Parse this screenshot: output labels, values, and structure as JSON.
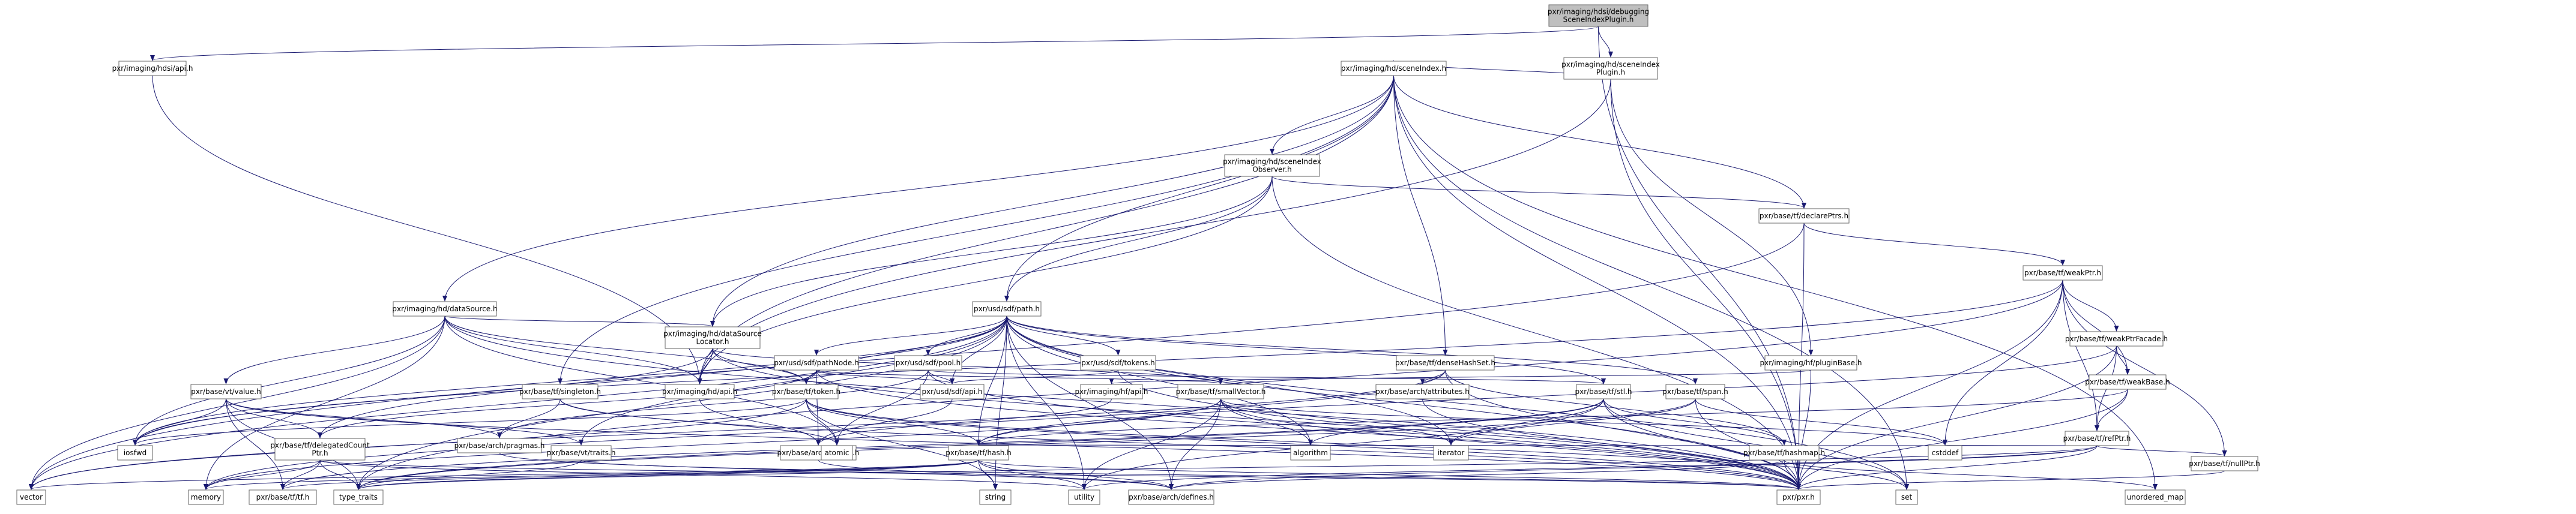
{
  "colors": {
    "root_fill": "#bfbfbf",
    "node_fill": "#ffffff",
    "link_text": "#000000",
    "red_text": "#ff0000",
    "edge": "#191970"
  },
  "nodes": [
    {
      "id": "root",
      "lines": [
        "pxr/imaging/hdsi/debugging",
        "SceneIndexPlugin.h"
      ]
    },
    {
      "id": "hdsiApi",
      "lines": [
        "pxr/imaging/hdsi/api.h"
      ]
    },
    {
      "id": "hdSceneIndexPlugin",
      "lines": [
        "pxr/imaging/hd/sceneIndex",
        "Plugin.h"
      ]
    },
    {
      "id": "hdSceneIndex",
      "lines": [
        "pxr/imaging/hd/sceneIndex.h"
      ]
    },
    {
      "id": "hdSceneIndexObserver",
      "lines": [
        "pxr/imaging/hd/sceneIndex",
        "Observer.h"
      ]
    },
    {
      "id": "tfDeclarePtrs",
      "lines": [
        "pxr/base/tf/declarePtrs.h"
      ]
    },
    {
      "id": "tfWeakPtr",
      "lines": [
        "pxr/base/tf/weakPtr.h"
      ]
    },
    {
      "id": "hdDataSource",
      "lines": [
        "pxr/imaging/hd/dataSource.h"
      ]
    },
    {
      "id": "sdfPath",
      "lines": [
        "pxr/usd/sdf/path.h"
      ]
    },
    {
      "id": "tfWeakPtrFacade",
      "lines": [
        "pxr/base/tf/weakPtrFacade.h"
      ],
      "red": true
    },
    {
      "id": "hdDataSourceLocator",
      "lines": [
        "pxr/imaging/hd/dataSource",
        "Locator.h"
      ]
    },
    {
      "id": "sdfPathNode",
      "lines": [
        "pxr/usd/sdf/pathNode.h"
      ],
      "red": true
    },
    {
      "id": "sdfPool",
      "lines": [
        "pxr/usd/sdf/pool.h"
      ],
      "red": true
    },
    {
      "id": "sdfTokens",
      "lines": [
        "pxr/usd/sdf/tokens.h"
      ],
      "red": true
    },
    {
      "id": "tfDenseHashSet",
      "lines": [
        "pxr/base/tf/denseHashSet.h"
      ]
    },
    {
      "id": "hfPluginBase",
      "lines": [
        "pxr/imaging/hf/pluginBase.h"
      ]
    },
    {
      "id": "tfWeakBase",
      "lines": [
        "pxr/base/tf/weakBase.h"
      ],
      "red": true
    },
    {
      "id": "vtValue",
      "lines": [
        "pxr/base/vt/value.h"
      ],
      "red": true
    },
    {
      "id": "tfSingleton",
      "lines": [
        "pxr/base/tf/singleton.h"
      ]
    },
    {
      "id": "hdApi",
      "lines": [
        "pxr/imaging/hd/api.h"
      ]
    },
    {
      "id": "tfToken",
      "lines": [
        "pxr/base/tf/token.h"
      ],
      "red": true
    },
    {
      "id": "sdfApi",
      "lines": [
        "pxr/usd/sdf/api.h"
      ]
    },
    {
      "id": "tfSmallVector",
      "lines": [
        "pxr/base/tf/smallVector.h"
      ],
      "red": true
    },
    {
      "id": "archAttributes",
      "lines": [
        "pxr/base/arch/attributes.h"
      ]
    },
    {
      "id": "hfApi",
      "lines": [
        "pxr/imaging/hf/api.h"
      ]
    },
    {
      "id": "tfStl",
      "lines": [
        "pxr/base/tf/stl.h"
      ],
      "red": true
    },
    {
      "id": "tfSpan",
      "lines": [
        "pxr/base/tf/span.h"
      ],
      "red": true
    },
    {
      "id": "tfRefPtr",
      "lines": [
        "pxr/base/tf/refPtr.h"
      ],
      "red": true
    },
    {
      "id": "tfDelegatedCountPtr",
      "lines": [
        "pxr/base/tf/delegatedCount",
        "Ptr.h"
      ],
      "red": true
    },
    {
      "id": "archPragmas",
      "lines": [
        "pxr/base/arch/pragmas.h"
      ]
    },
    {
      "id": "vtTraits",
      "lines": [
        "pxr/base/vt/traits.h"
      ],
      "red": true
    },
    {
      "id": "archExport",
      "lines": [
        "pxr/base/arch/export.h"
      ]
    },
    {
      "id": "tfHash",
      "lines": [
        "pxr/base/tf/hash.h"
      ],
      "red": true
    },
    {
      "id": "tfHashmap",
      "lines": [
        "pxr/base/tf/hashmap.h"
      ]
    },
    {
      "id": "tfNullPtr",
      "lines": [
        "pxr/base/tf/nullPtr.h"
      ],
      "red": true
    },
    {
      "id": "iosfwd",
      "lines": [
        "iosfwd"
      ]
    },
    {
      "id": "atomic",
      "lines": [
        "atomic"
      ]
    },
    {
      "id": "algorithm",
      "lines": [
        "algorithm"
      ]
    },
    {
      "id": "iterator",
      "lines": [
        "iterator"
      ]
    },
    {
      "id": "cstddef",
      "lines": [
        "cstddef"
      ]
    },
    {
      "id": "vector",
      "lines": [
        "vector"
      ]
    },
    {
      "id": "memory",
      "lines": [
        "memory"
      ]
    },
    {
      "id": "tfTf",
      "lines": [
        "pxr/base/tf/tf.h"
      ]
    },
    {
      "id": "typeTraits",
      "lines": [
        "type_traits"
      ]
    },
    {
      "id": "string",
      "lines": [
        "string"
      ]
    },
    {
      "id": "utility",
      "lines": [
        "utility"
      ]
    },
    {
      "id": "archDefines",
      "lines": [
        "pxr/base/arch/defines.h"
      ]
    },
    {
      "id": "pxr",
      "lines": [
        "pxr/pxr.h"
      ]
    },
    {
      "id": "set",
      "lines": [
        "set"
      ]
    },
    {
      "id": "unorderedMap",
      "lines": [
        "unordered_map"
      ]
    }
  ],
  "edges": [
    [
      "root",
      "hdsiApi"
    ],
    [
      "root",
      "hdSceneIndexPlugin"
    ],
    [
      "root",
      "pxr"
    ],
    [
      "hdsiApi",
      "hdApi"
    ],
    [
      "hdSceneIndexPlugin",
      "hdSceneIndex"
    ],
    [
      "hdSceneIndexPlugin",
      "hfPluginBase"
    ],
    [
      "hdSceneIndexPlugin",
      "pxr"
    ],
    [
      "hdSceneIndexPlugin",
      "hdApi"
    ],
    [
      "hdSceneIndex",
      "hdSceneIndexObserver"
    ],
    [
      "hdSceneIndex",
      "tfDeclarePtrs"
    ],
    [
      "hdSceneIndex",
      "hdDataSource"
    ],
    [
      "hdSceneIndex",
      "hdDataSourceLocator"
    ],
    [
      "hdSceneIndex",
      "sdfPath"
    ],
    [
      "hdSceneIndex",
      "tfDenseHashSet"
    ],
    [
      "hdSceneIndex",
      "tfSingleton"
    ],
    [
      "hdSceneIndex",
      "hdApi"
    ],
    [
      "hdSceneIndex",
      "pxr"
    ],
    [
      "hdSceneIndex",
      "set"
    ],
    [
      "hdSceneIndex",
      "unorderedMap"
    ],
    [
      "hdSceneIndexObserver",
      "sdfPath"
    ],
    [
      "hdSceneIndexObserver",
      "tfDeclarePtrs"
    ],
    [
      "hdSceneIndexObserver",
      "hdDataSourceLocator"
    ],
    [
      "hdSceneIndexObserver",
      "hdApi"
    ],
    [
      "hdSceneIndexObserver",
      "pxr"
    ],
    [
      "tfDeclarePtrs",
      "tfWeakPtr"
    ],
    [
      "tfDeclarePtrs",
      "pxr"
    ],
    [
      "tfDeclarePtrs",
      "vector"
    ],
    [
      "tfWeakPtr",
      "tfWeakPtrFacade"
    ],
    [
      "tfWeakPtr",
      "tfWeakBase"
    ],
    [
      "tfWeakPtr",
      "tfRefPtr"
    ],
    [
      "tfWeakPtr",
      "tfNullPtr"
    ],
    [
      "tfWeakPtr",
      "pxr"
    ],
    [
      "tfWeakPtr",
      "cstddef"
    ],
    [
      "tfWeakPtr",
      "typeTraits"
    ],
    [
      "tfWeakPtr",
      "iosfwd"
    ],
    [
      "tfWeakPtrFacade",
      "tfWeakBase"
    ],
    [
      "tfWeakPtrFacade",
      "tfRefPtr"
    ],
    [
      "tfWeakPtrFacade",
      "pxr"
    ],
    [
      "tfWeakPtrFacade",
      "tfHash"
    ],
    [
      "tfWeakBase",
      "tfRefPtr"
    ],
    [
      "tfWeakBase",
      "pxr"
    ],
    [
      "tfWeakBase",
      "tfHash"
    ],
    [
      "tfRefPtr",
      "tfNullPtr"
    ],
    [
      "tfRefPtr",
      "pxr"
    ],
    [
      "tfRefPtr",
      "tfHash"
    ],
    [
      "tfRefPtr",
      "typeTraits"
    ],
    [
      "tfRefPtr",
      "cstddef"
    ],
    [
      "tfRefPtr",
      "utility"
    ],
    [
      "tfRefPtr",
      "archDefines"
    ],
    [
      "tfNullPtr",
      "pxr"
    ],
    [
      "hdDataSource",
      "hdApi"
    ],
    [
      "hdDataSource",
      "hdDataSourceLocator"
    ],
    [
      "hdDataSource",
      "vtValue"
    ],
    [
      "hdDataSource",
      "tfToken"
    ],
    [
      "hdDataSource",
      "pxr"
    ],
    [
      "hdDataSource",
      "vector"
    ],
    [
      "hdDataSource",
      "memory"
    ],
    [
      "hdDataSource",
      "iosfwd"
    ],
    [
      "hdDataSource",
      "atomic"
    ],
    [
      "hdDataSourceLocator",
      "hdApi"
    ],
    [
      "hdDataSourceLocator",
      "tfToken"
    ],
    [
      "hdDataSourceLocator",
      "tfSmallVector"
    ],
    [
      "hdDataSourceLocator",
      "pxr"
    ],
    [
      "hdDataSourceLocator",
      "iosfwd"
    ],
    [
      "sdfPath",
      "sdfApi"
    ],
    [
      "sdfPath",
      "sdfPool"
    ],
    [
      "sdfPath",
      "sdfTokens"
    ],
    [
      "sdfPath",
      "sdfPathNode"
    ],
    [
      "sdfPath",
      "tfStl"
    ],
    [
      "sdfPath",
      "tfToken"
    ],
    [
      "sdfPath",
      "tfSpan"
    ],
    [
      "sdfPath",
      "tfDelegatedCountPtr"
    ],
    [
      "sdfPath",
      "pxr"
    ],
    [
      "sdfPath",
      "vtTraits"
    ],
    [
      "sdfPath",
      "algorithm"
    ],
    [
      "sdfPath",
      "iterator"
    ],
    [
      "sdfPath",
      "set"
    ],
    [
      "sdfPath",
      "string"
    ],
    [
      "sdfPath",
      "typeTraits"
    ],
    [
      "sdfPath",
      "utility"
    ],
    [
      "sdfPath",
      "vector"
    ],
    [
      "sdfPath",
      "iosfwd"
    ],
    [
      "sdfPath",
      "tfHash"
    ],
    [
      "sdfPath",
      "archDefines"
    ],
    [
      "sdfPathNode",
      "sdfApi"
    ],
    [
      "sdfPathNode",
      "tfToken"
    ],
    [
      "sdfPathNode",
      "tfDelegatedCountPtr"
    ],
    [
      "sdfPathNode",
      "tfSmallVector"
    ],
    [
      "sdfPathNode",
      "pxr"
    ],
    [
      "sdfPathNode",
      "archExport"
    ],
    [
      "sdfPool",
      "sdfApi"
    ],
    [
      "sdfPool",
      "pxr"
    ],
    [
      "sdfPool",
      "atomic"
    ],
    [
      "sdfPool",
      "tfStl"
    ],
    [
      "sdfPool",
      "archPragmas"
    ],
    [
      "sdfTokens",
      "sdfApi"
    ],
    [
      "sdfTokens",
      "pxr"
    ],
    [
      "tfDenseHashSet",
      "archAttributes"
    ],
    [
      "tfDenseHashSet",
      "tfHashmap"
    ],
    [
      "tfDenseHashSet",
      "pxr"
    ],
    [
      "tfDenseHashSet",
      "memory"
    ],
    [
      "tfDenseHashSet",
      "vector"
    ],
    [
      "hfPluginBase",
      "hfApi"
    ],
    [
      "hfPluginBase",
      "pxr"
    ],
    [
      "hfApi",
      "archExport"
    ],
    [
      "vtValue",
      "archPragmas"
    ],
    [
      "vtValue",
      "vtTraits"
    ],
    [
      "vtValue",
      "tfDelegatedCountPtr"
    ],
    [
      "vtValue",
      "pxr"
    ],
    [
      "vtValue",
      "iosfwd"
    ],
    [
      "vtValue",
      "typeTraits"
    ],
    [
      "vtValue",
      "tfTf"
    ],
    [
      "tfSingleton",
      "archPragmas"
    ],
    [
      "tfSingleton",
      "pxr"
    ],
    [
      "tfSingleton",
      "atomic"
    ],
    [
      "hdApi",
      "archExport"
    ],
    [
      "tfToken",
      "tfHash"
    ],
    [
      "tfToken",
      "pxr"
    ],
    [
      "tfToken",
      "atomic"
    ],
    [
      "tfToken",
      "string"
    ],
    [
      "tfToken",
      "vector"
    ],
    [
      "tfToken",
      "iosfwd"
    ],
    [
      "tfToken",
      "set"
    ],
    [
      "sdfApi",
      "archExport"
    ],
    [
      "tfSmallVector",
      "tfHash"
    ],
    [
      "tfSmallVector",
      "pxr"
    ],
    [
      "tfSmallVector",
      "archDefines"
    ],
    [
      "tfSmallVector",
      "cstddef"
    ],
    [
      "tfSmallVector",
      "iterator"
    ],
    [
      "tfSmallVector",
      "memory"
    ],
    [
      "tfSmallVector",
      "algorithm"
    ],
    [
      "tfSmallVector",
      "utility"
    ],
    [
      "archAttributes",
      "pxr"
    ],
    [
      "tfStl",
      "tfHashmap"
    ],
    [
      "tfStl",
      "tfTf"
    ],
    [
      "tfStl",
      "pxr"
    ],
    [
      "tfStl",
      "iterator"
    ],
    [
      "tfStl",
      "algorithm"
    ],
    [
      "tfStl",
      "utility"
    ],
    [
      "tfStl",
      "typeTraits"
    ],
    [
      "tfStl",
      "set"
    ],
    [
      "tfSpan",
      "pxr"
    ],
    [
      "tfSpan",
      "cstddef"
    ],
    [
      "tfSpan",
      "iterator"
    ],
    [
      "tfSpan",
      "typeTraits"
    ],
    [
      "tfDelegatedCountPtr",
      "pxr"
    ],
    [
      "tfDelegatedCountPtr",
      "memory"
    ],
    [
      "tfDelegatedCountPtr",
      "typeTraits"
    ],
    [
      "tfDelegatedCountPtr",
      "utility"
    ],
    [
      "tfDelegatedCountPtr",
      "tfTf"
    ],
    [
      "archPragmas",
      "archDefines"
    ],
    [
      "vtTraits",
      "pxr"
    ],
    [
      "vtTraits",
      "typeTraits"
    ],
    [
      "tfHash",
      "pxr"
    ],
    [
      "tfHash",
      "tfTf"
    ],
    [
      "tfHash",
      "archDefines"
    ],
    [
      "tfHash",
      "string"
    ],
    [
      "tfHash",
      "typeTraits"
    ],
    [
      "tfHash",
      "utility"
    ],
    [
      "tfHash",
      "vector"
    ],
    [
      "tfHash",
      "memory"
    ],
    [
      "tfHashmap",
      "pxr"
    ],
    [
      "tfHashmap",
      "archDefines"
    ],
    [
      "tfHashmap",
      "unorderedMap"
    ],
    [
      "archExport",
      "archDefines"
    ]
  ]
}
